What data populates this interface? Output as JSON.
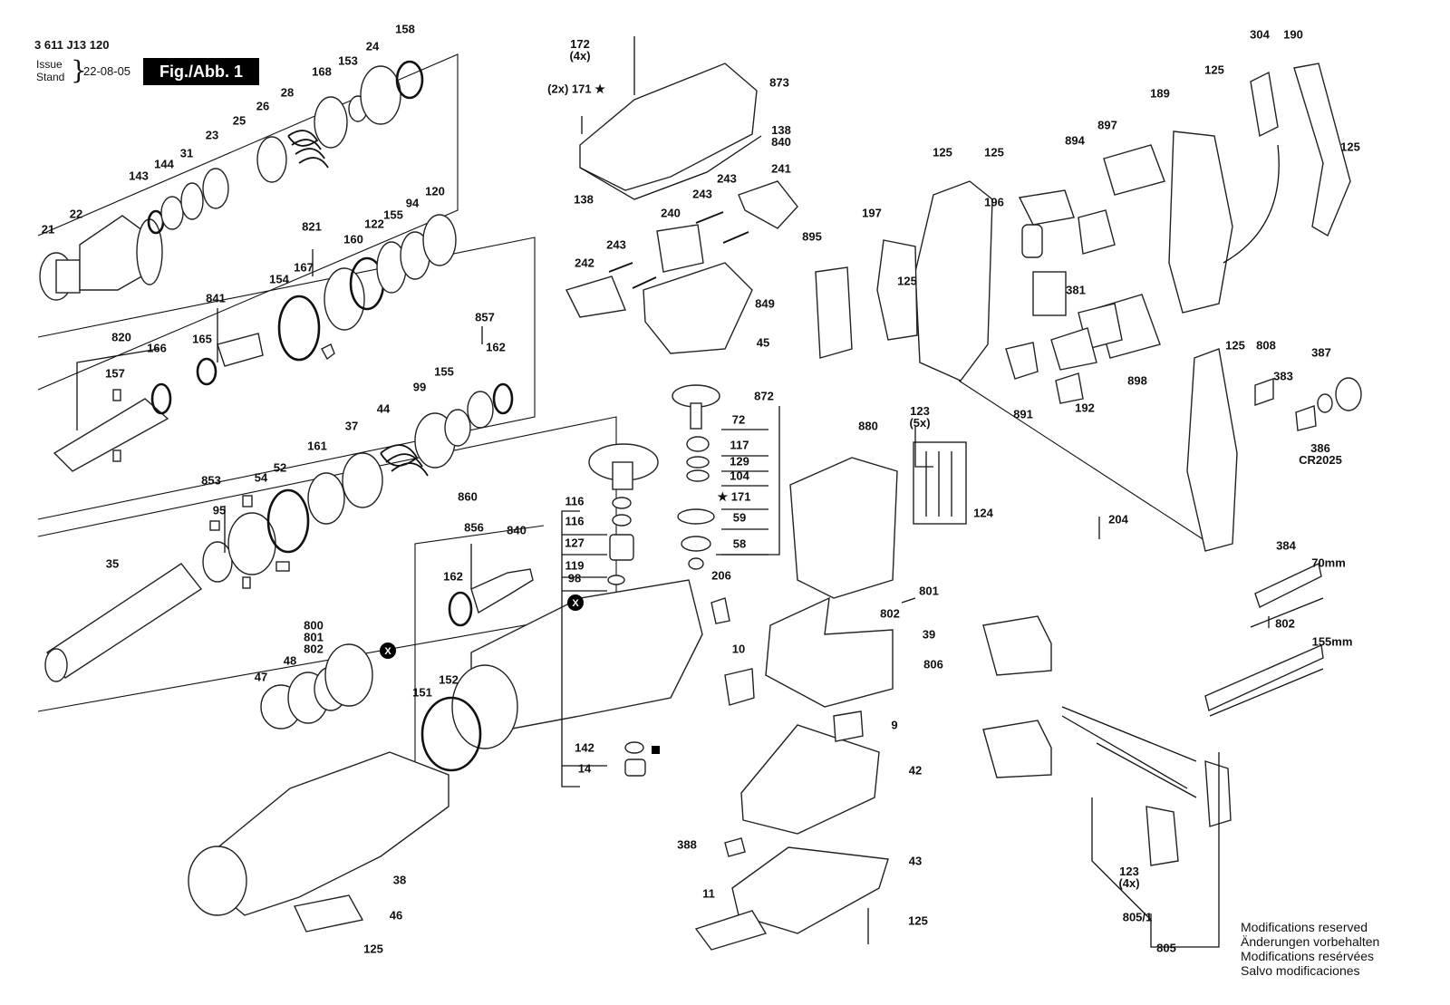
{
  "header": {
    "doc_number": "3 611 J13 120",
    "issue_label": "Issue",
    "stand_label": "Stand",
    "issue_date": "22-08-05",
    "figure_label": "Fig./Abb. 1"
  },
  "notes": [
    "Modifications reserved",
    "Änderungen vorbehalten",
    "Modifications resérvées",
    "Salvo modificaciones"
  ],
  "markers": {
    "x_marker": "X",
    "star_symbol": "★"
  },
  "part_labels": [
    "172\n(4x)",
    "(2x) 171 ★",
    "873",
    "138\n840",
    "138",
    "241",
    "243",
    "243",
    "240",
    "243",
    "242",
    "849",
    "45",
    "158",
    "24",
    "153",
    "168",
    "28",
    "26",
    "25",
    "23",
    "31",
    "144",
    "143",
    "22",
    "21",
    "821",
    "122",
    "155",
    "94",
    "120",
    "160",
    "167",
    "154",
    "841",
    "165",
    "820",
    "166",
    "157",
    "857",
    "162",
    "155",
    "99",
    "44",
    "37",
    "161",
    "853",
    "54",
    "52",
    "95",
    "35",
    "860",
    "856",
    "162",
    "800\n801\n802",
    "48",
    "47",
    "151",
    "152",
    "38",
    "46",
    "125",
    "872",
    "72",
    "117",
    "129",
    "104",
    "★ 171",
    "59",
    "58",
    "116",
    "116",
    "840",
    "127",
    "119",
    "98",
    "206",
    "142",
    "14",
    "10",
    "39",
    "9",
    "42",
    "388",
    "43",
    "11",
    "125",
    "880",
    "123\n(5x)",
    "124",
    "801",
    "802",
    "895",
    "197",
    "125",
    "125",
    "125",
    "196",
    "894",
    "897",
    "381",
    "891",
    "192",
    "898",
    "189",
    "304",
    "190",
    "125",
    "125",
    "204",
    "125",
    "808",
    "387",
    "383",
    "386\nCR2025",
    "384",
    "70mm",
    "802",
    "155mm",
    "806",
    "123\n(4x)",
    "805/1",
    "805"
  ]
}
